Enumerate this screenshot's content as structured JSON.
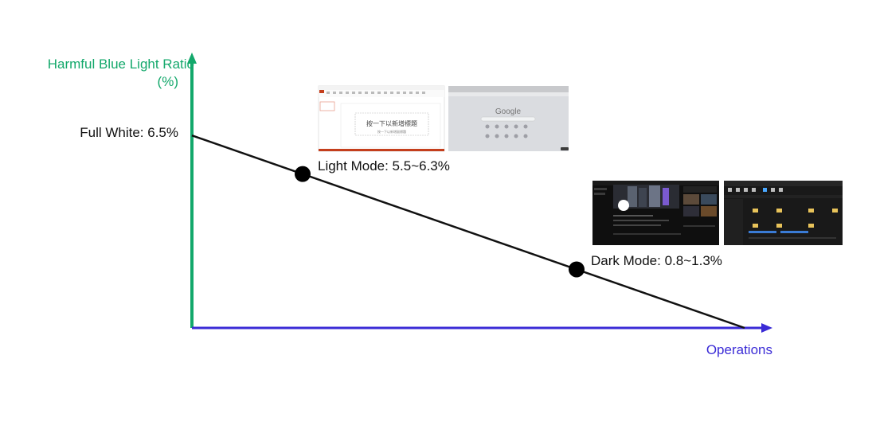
{
  "chart_data": {
    "type": "line",
    "ylabel_line1": "Harmful Blue Light Ratio",
    "ylabel_line2": "(%)",
    "xlabel": "Operations",
    "points": [
      {
        "label": "Full White: 6.5%",
        "y": 6.5,
        "marker": false
      },
      {
        "label": "Light Mode: 5.5~6.3%",
        "y": 5.9,
        "marker": true
      },
      {
        "label": "Dark Mode: 0.8~1.3%",
        "y": 1.05,
        "marker": true
      }
    ],
    "line_end_y": 0
  },
  "thumbnails": {
    "light_doc_title": "按一下以新增標題",
    "light_doc_subtitle": "按一下以新增副標題",
    "light_browser_logo": "Google"
  },
  "colors": {
    "y_axis": "#13a86b",
    "x_axis": "#3a2bd6",
    "line": "#111111"
  }
}
